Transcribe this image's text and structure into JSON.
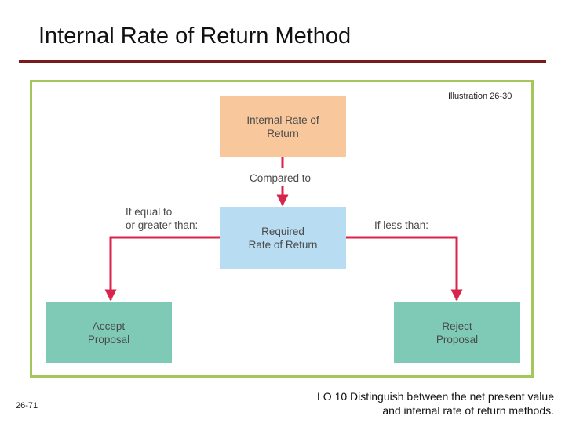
{
  "slide": {
    "title": "Internal Rate of Return Method",
    "illustration_label": "Illustration 26-30",
    "page_number": "26-71",
    "lo_line1": "LO 10  Distinguish between the net present value",
    "lo_line2": "and internal rate of return methods."
  },
  "diagram": {
    "box_top": "Internal Rate of\nReturn",
    "connector_label": "Compared to",
    "box_middle": "Required\nRate of Return",
    "left_condition": "If equal to\nor greater than:",
    "right_condition": "If less than:",
    "box_left": "Accept\nProposal",
    "box_right": "Reject\nProposal"
  },
  "colors": {
    "title_rule": "#7a1a1a",
    "frame_border": "#a4c65a",
    "arrow": "#d8244a",
    "box_top": "#f9c79c",
    "box_middle": "#b8dcf2",
    "box_outcome": "#7fcab6"
  }
}
